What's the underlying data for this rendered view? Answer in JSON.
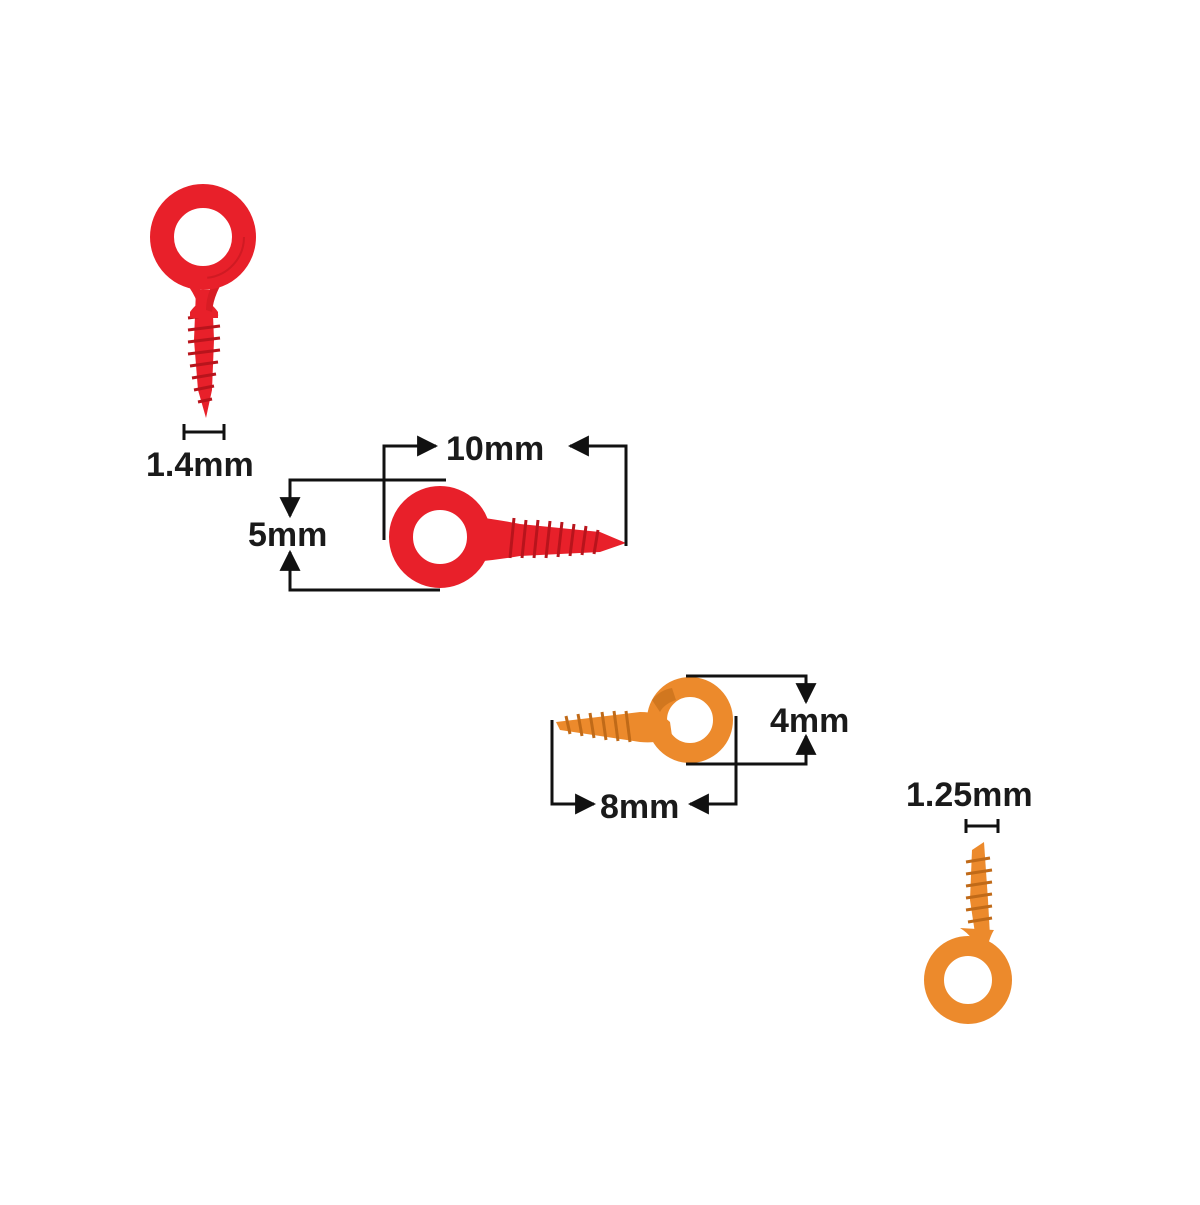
{
  "colors": {
    "background": "#ffffff",
    "red_hook": "#e8202a",
    "red_shadow": "#b8141c",
    "orange_hook": "#ec8a2c",
    "orange_shadow": "#c06a18",
    "dimension_line": "#111111"
  },
  "labels": {
    "red_wire_diameter": "1.4mm",
    "red_length": "10mm",
    "red_eye_diameter": "5mm",
    "orange_eye_diameter": "4mm",
    "orange_length": "8mm",
    "orange_wire_diameter": "1.25mm"
  }
}
